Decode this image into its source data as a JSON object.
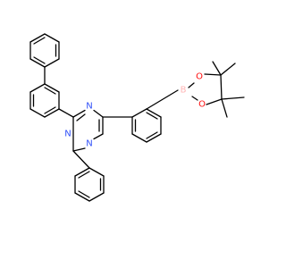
{
  "diagram": {
    "type": "chemical-structure",
    "colors": {
      "bond": "#000000",
      "nitrogen": "#3050F8",
      "oxygen": "#FF0D0D",
      "boron": "#FFB5B5",
      "background": "#FFFFFF"
    },
    "atoms": {
      "n_top": "N",
      "n_left": "N",
      "n_right": "N",
      "b": "B",
      "o_upper": "O",
      "o_lower": "O"
    }
  }
}
